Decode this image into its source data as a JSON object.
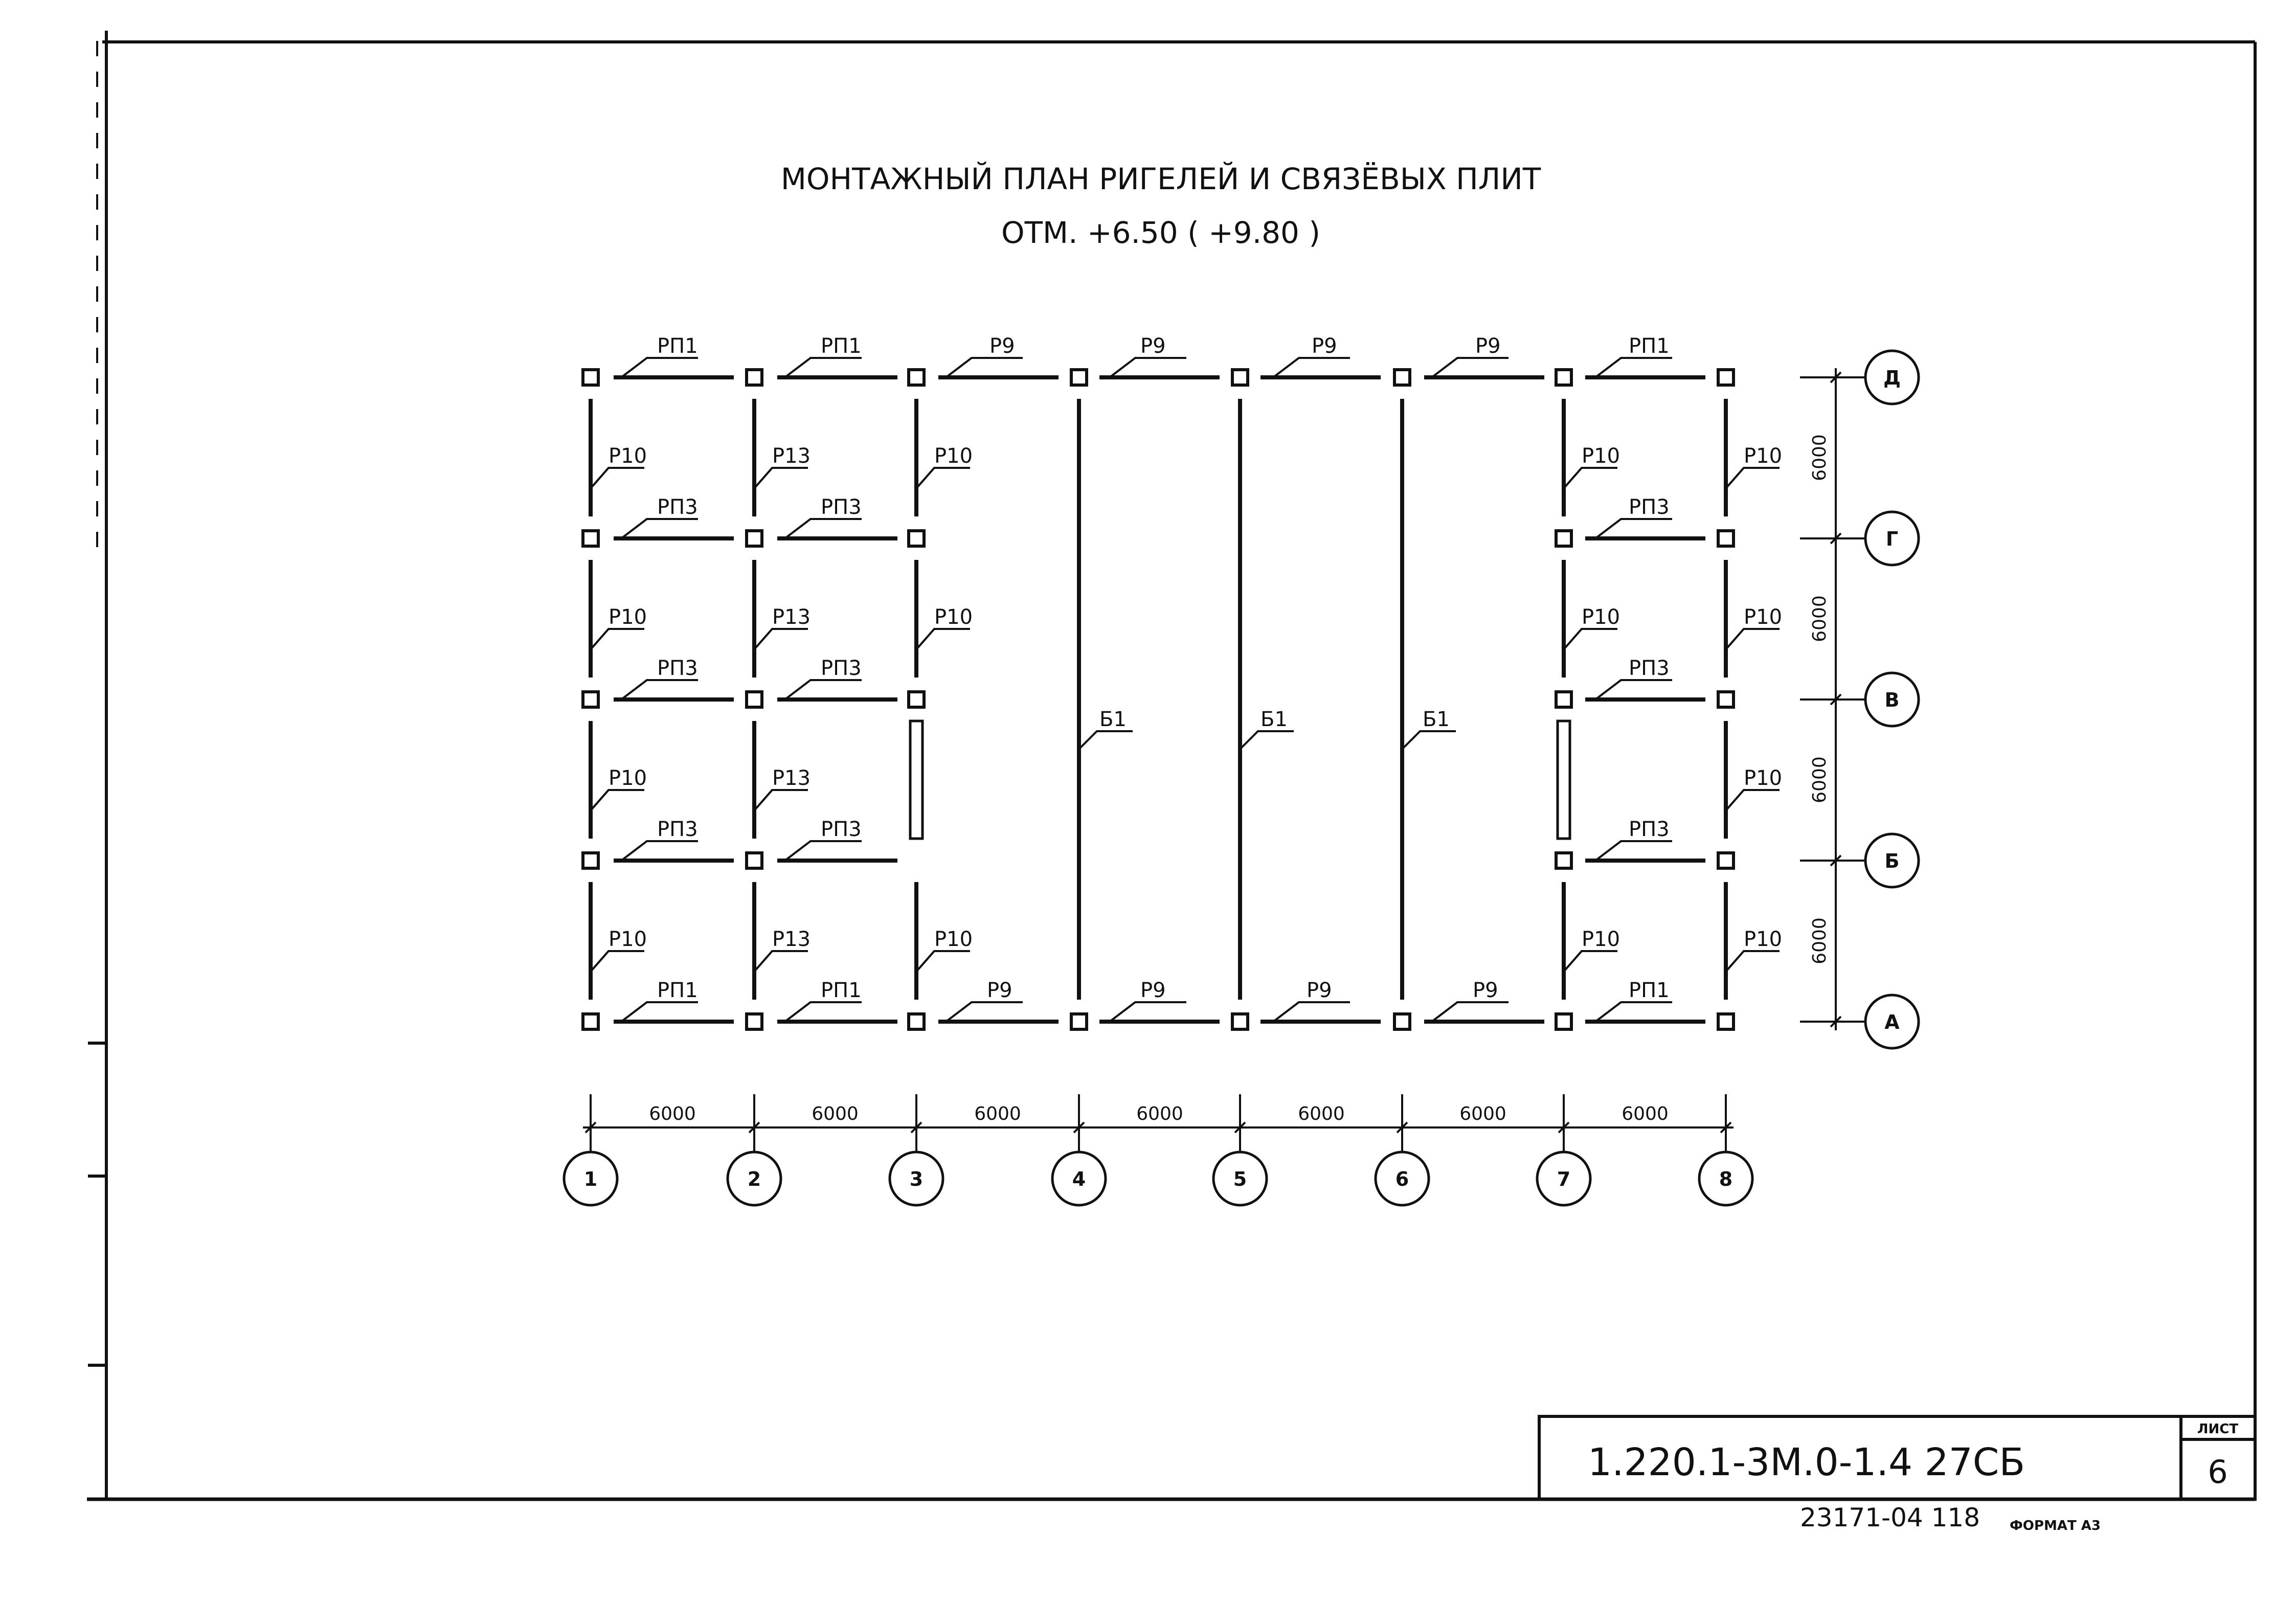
{
  "title": {
    "line1": "МОНТАЖНЫЙ ПЛАН РИГЕЛЕЙ И СВЯЗЁВЫХ ПЛИТ",
    "line2": "ОТМ. +6.50 ( +9.80 )"
  },
  "axes": {
    "columns": [
      "1",
      "2",
      "3",
      "4",
      "5",
      "6",
      "7",
      "8"
    ],
    "rows": [
      "Д",
      "Г",
      "В",
      "Б",
      "А"
    ]
  },
  "dimensions": {
    "horizontal": [
      "6000",
      "6000",
      "6000",
      "6000",
      "6000",
      "6000",
      "6000"
    ],
    "vertical": [
      "6000",
      "6000",
      "6000",
      "6000"
    ]
  },
  "labels": {
    "top_row": [
      "РП1",
      "РП1",
      "Р9",
      "Р9",
      "Р9",
      "Р9",
      "РП1"
    ],
    "bottom_row": [
      "РП1",
      "РП1",
      "Р9",
      "Р9",
      "Р9",
      "Р9",
      "РП1"
    ],
    "rp3_left_1": [
      "РП3",
      "РП3",
      "РП3"
    ],
    "rp3_left_2": [
      "РП3",
      "РП3",
      "РП3"
    ],
    "rp3_right": [
      "РП3",
      "РП3",
      "РП3"
    ],
    "col1": [
      "Р10",
      "Р10",
      "Р10",
      "Р10"
    ],
    "col2": [
      "Р13",
      "Р13",
      "Р13",
      "Р13"
    ],
    "col3": [
      "Р10",
      "Р10",
      "Р10"
    ],
    "col7": [
      "Р10",
      "Р10",
      "Р10"
    ],
    "col8": [
      "Р10",
      "Р10",
      "Р10",
      "Р10"
    ],
    "b1": [
      "Б1",
      "Б1",
      "Б1"
    ]
  },
  "title_block": {
    "code": "1.220.1-3М.0-1.4 27СБ",
    "sheet_label": "ЛИСТ",
    "sheet_number": "6",
    "bottom_number": "23171-04 118",
    "format": "ФОРМАТ А3"
  }
}
